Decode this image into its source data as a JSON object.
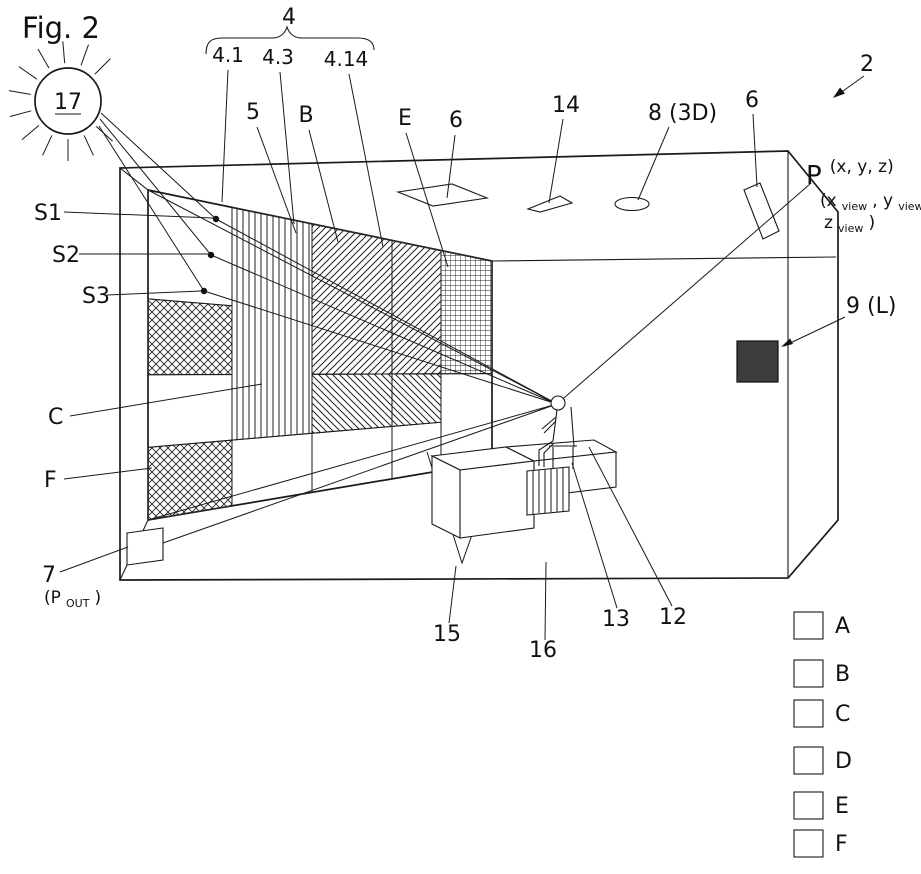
{
  "figure": {
    "title": "Fig. 2",
    "number": "2"
  },
  "sun": {
    "label": "17"
  },
  "labels": {
    "group4": {
      "main": "4",
      "sub1": "4.1",
      "sub2": "4.3",
      "sub3": "4.14"
    },
    "l5": "5",
    "lB": "B",
    "lE": "E",
    "l6_left": "6",
    "l14": "14",
    "l8": "8 (3D)",
    "l6_right": "6",
    "l2": "2",
    "p": {
      "main": "P",
      "sup": "(x, y, z)",
      "line2a": "(x",
      "sub1": "view",
      "line2b": ", y",
      "sub2": "view",
      "line2c": ",",
      "line3a": "z",
      "sub3": "view",
      "line3b": ")"
    },
    "s1": "S1",
    "s2": "S2",
    "s3": "S3",
    "l9": "9 (L)",
    "lC": "C",
    "lF": "F",
    "l7": {
      "main": "7",
      "paren_a": "(P",
      "sub": "OUT",
      "paren_b": ")"
    },
    "l15": "15",
    "l16": "16",
    "l13": "13",
    "l12": "12"
  },
  "legend": {
    "items": [
      {
        "key": "A",
        "pattern": "blank"
      },
      {
        "key": "B",
        "pattern": "diagonal-forward-hatch"
      },
      {
        "key": "C",
        "pattern": "vertical-lines"
      },
      {
        "key": "D",
        "pattern": "diagonal-back-hatch"
      },
      {
        "key": "E",
        "pattern": "fine-grid"
      },
      {
        "key": "F",
        "pattern": "diamond-crosshatch"
      }
    ]
  },
  "colors": {
    "line": "#1a1a1a",
    "dark_square": "#3d3d3d",
    "background": "#ffffff"
  }
}
